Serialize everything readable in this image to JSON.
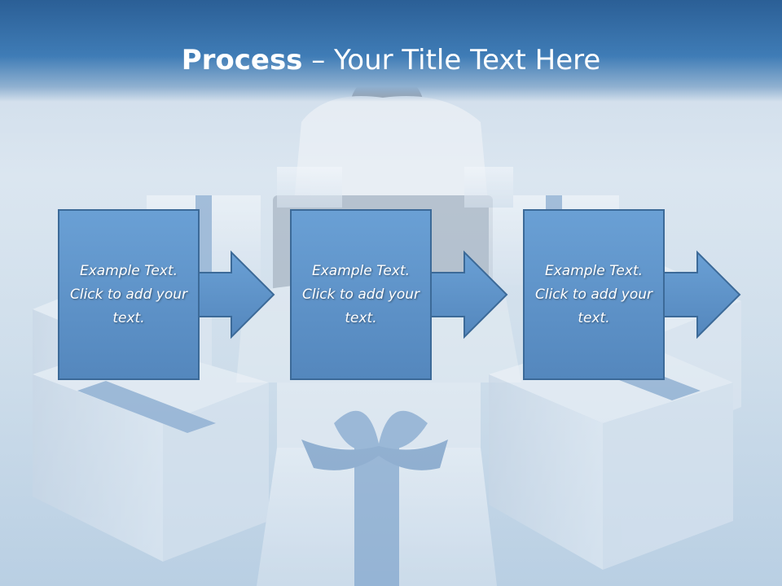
{
  "slide": {
    "title_bold": "Process",
    "title_rest": " – Your Title Text Here"
  },
  "steps": [
    {
      "text": "Example Text. Click  to add your text."
    },
    {
      "text": "Example Text. Click  to add your text."
    },
    {
      "text": "Example Text. Click  to add your text."
    }
  ],
  "colors": {
    "box_fill": "#5f95cb",
    "box_border": "#3c6a98",
    "arrow_fill": "#5f95cb",
    "title_bar": "#3f7cb6",
    "title_text": "#ffffff"
  }
}
